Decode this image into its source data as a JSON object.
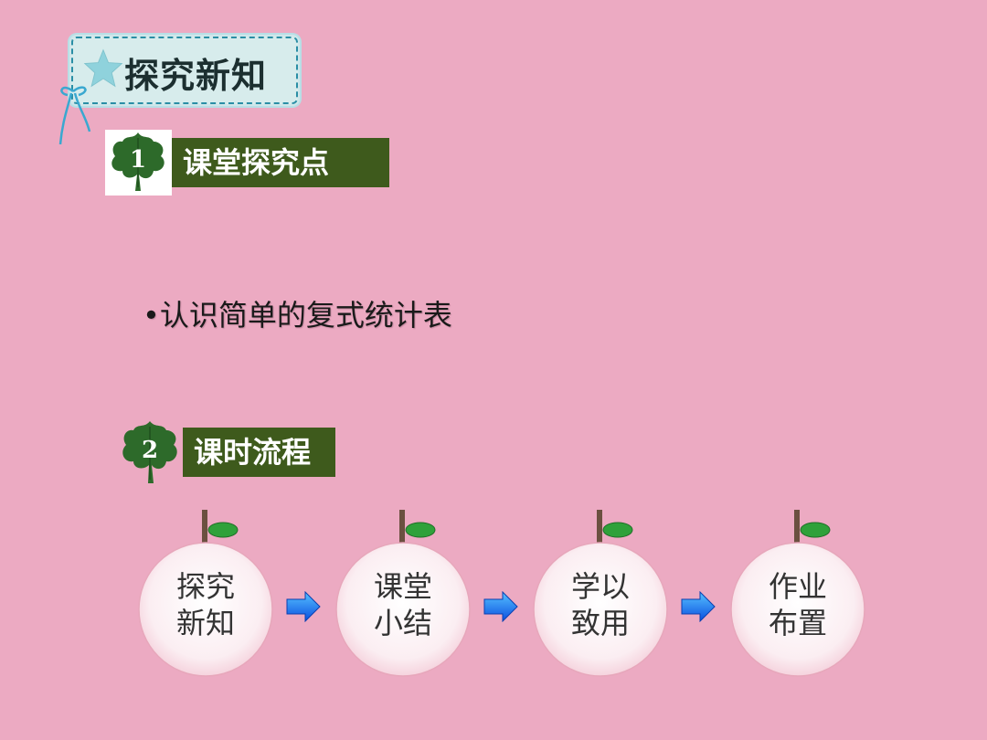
{
  "header": {
    "title": "探究新知"
  },
  "section1": {
    "number": "1",
    "title": "课堂探究点"
  },
  "bullet": "•认识简单的复式统计表",
  "section2": {
    "number": "2",
    "title": "课时流程"
  },
  "flow": [
    {
      "line1": "探究",
      "line2": "新知"
    },
    {
      "line1": "课堂",
      "line2": "小结"
    },
    {
      "line1": "学以",
      "line2": "致用"
    },
    {
      "line1": "作业",
      "line2": "布置"
    }
  ],
  "colors": {
    "background": "#ecaac2",
    "section_bar": "#3e5a1c",
    "leaf": "#2d6a2a",
    "arrow": "#1e6cff",
    "badge": "#d7ecec"
  },
  "icons": [
    "star-icon",
    "ribbon-icon",
    "leaf-icon",
    "arrow-right-icon",
    "fruit-icon"
  ]
}
